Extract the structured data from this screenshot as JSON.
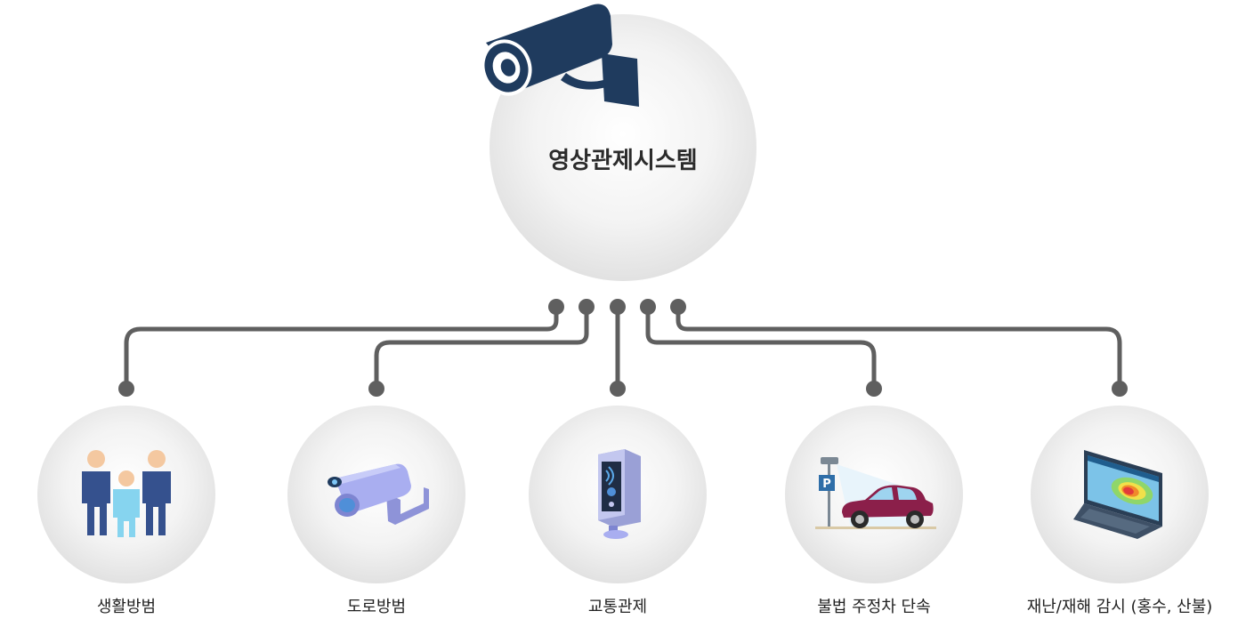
{
  "center": {
    "title": "영상관제시스템",
    "icon": "cctv-camera-icon"
  },
  "nodes": [
    {
      "label": "생활방범",
      "icon": "people-icon"
    },
    {
      "label": "도로방범",
      "icon": "security-camera-icon"
    },
    {
      "label": "교통관제",
      "icon": "traffic-sensor-icon"
    },
    {
      "label": "불법 주정차 단속",
      "icon": "parking-car-icon"
    },
    {
      "label": "재난/재해 감시 (홍수, 산불)",
      "icon": "heatmap-laptop-icon"
    }
  ],
  "colors": {
    "connector": "#5f5f5f",
    "camera": "#1f3b5e",
    "text": "#222222"
  }
}
